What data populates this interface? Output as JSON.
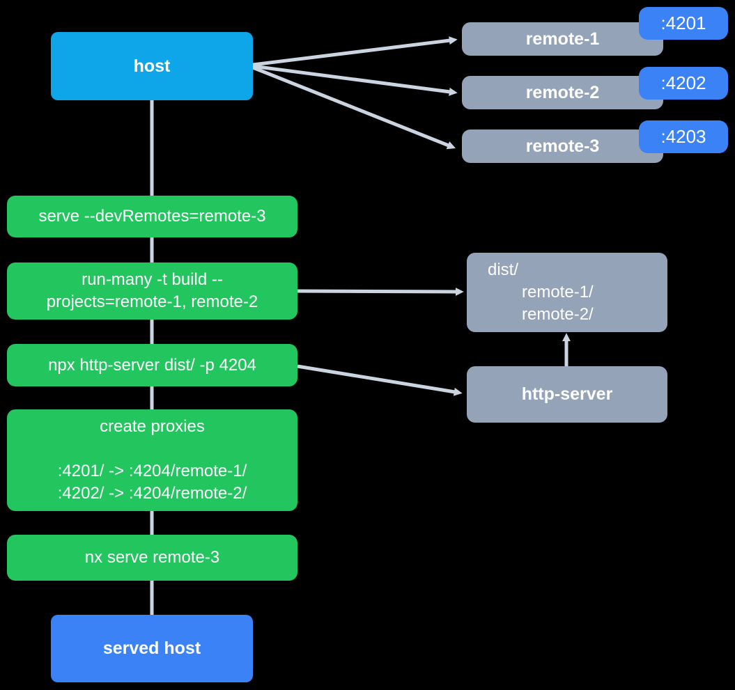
{
  "colors": {
    "background": "#000000",
    "host_blue": "#0ea5e9",
    "port_blue": "#3b82f6",
    "command_green": "#22c55e",
    "node_gray": "#94a3b8",
    "connector_gray": "#cbd5e1",
    "text": "#ffffff"
  },
  "host": {
    "label": "host"
  },
  "served_host": {
    "label": "served host"
  },
  "remotes": [
    {
      "label": "remote-1",
      "port": ":4201"
    },
    {
      "label": "remote-2",
      "port": ":4202"
    },
    {
      "label": "remote-3",
      "port": ":4203"
    }
  ],
  "commands": [
    {
      "lines": [
        "serve --devRemotes=remote-3"
      ]
    },
    {
      "lines": [
        "run-many -t build --",
        "projects=remote-1, remote-2"
      ]
    },
    {
      "lines": [
        "npx http-server dist/ -p 4204"
      ]
    },
    {
      "lines": [
        "create proxies",
        "",
        ":4201/ -> :4204/remote-1/",
        ":4202/ -> :4204/remote-2/"
      ]
    },
    {
      "lines": [
        "nx serve remote-3"
      ]
    }
  ],
  "dist": {
    "lines": [
      "dist/",
      "remote-1/",
      "remote-2/"
    ]
  },
  "http_server": {
    "label": "http-server"
  }
}
